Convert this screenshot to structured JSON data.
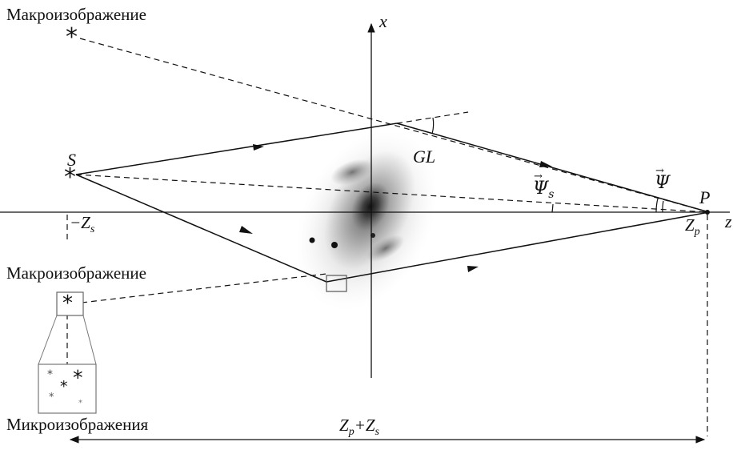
{
  "labels": {
    "macro_top": "Макроизображение",
    "macro_mid": "Макроизображение",
    "micro": "Микроизображения",
    "source": "S",
    "lens": "GL",
    "observer": "P",
    "axis_x": "x",
    "axis_z": "z",
    "neg_zs_sign": "−Z",
    "neg_zs_sub": "s",
    "zp_main": "Z",
    "zp_sub": "p",
    "psi": "Ψ",
    "psi_s": "Ψ",
    "psi_s_sub": "s",
    "distance_zp": "Z",
    "distance_zp_sub": "p",
    "distance_plus": "+Z",
    "distance_zs_sub": "s"
  },
  "symbols": {
    "star": "*",
    "vector_arrow": "→"
  },
  "colors": {
    "ink": "#111111",
    "galaxy": "#555555",
    "inset_border": "#777777"
  }
}
